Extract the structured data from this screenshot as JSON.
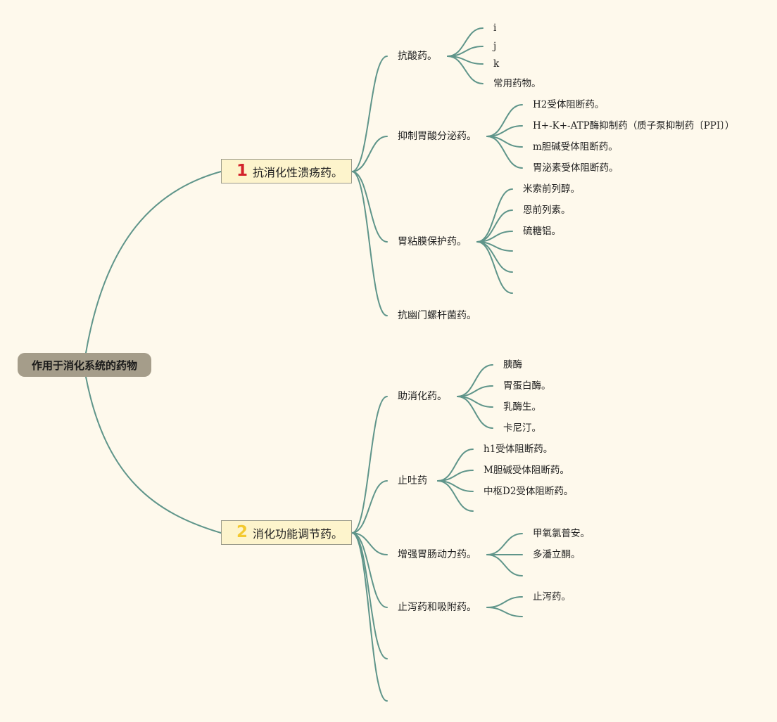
{
  "root": {
    "label": "作用于消化系统的药物"
  },
  "branches": [
    {
      "badge": "1",
      "badge_color": "#d3232b",
      "label": "抗消化性溃疡药。",
      "topics": [
        {
          "label": "抗酸药。",
          "children": [
            "i",
            "j",
            "k",
            "常用药物。"
          ]
        },
        {
          "label": "抑制胃酸分泌药。",
          "children": [
            "H2受体阻断药。",
            "H+-K+-ATP酶抑制药（质子泵抑制药〔PPI〕）",
            "m胆碱受体阻断药。",
            "胃泌素受体阻断药。"
          ]
        },
        {
          "label": "胃粘膜保护药。",
          "children": [
            "米索前列醇。",
            "恩前列素。",
            "硫糖铝。",
            "",
            "",
            ""
          ]
        },
        {
          "label": "抗幽门螺杆菌药。",
          "children": []
        }
      ]
    },
    {
      "badge": "2",
      "badge_color": "#f3c92f",
      "label": "消化功能调节药。",
      "topics": [
        {
          "label": "助消化药。",
          "children": [
            "胰酶",
            "胃蛋白酶。",
            "乳酶生。",
            "卡尼汀。"
          ]
        },
        {
          "label": "止吐药",
          "children": [
            "h1受体阻断药。",
            "M胆碱受体阻断药。",
            "中枢D2受体阻断药。",
            ""
          ]
        },
        {
          "label": "增强胃肠动力药。",
          "children": [
            "甲氧氯普安。",
            "多潘立酮。",
            ""
          ]
        },
        {
          "label": "止泻药和吸附药。",
          "children": [
            "止泻药。",
            ""
          ]
        },
        {
          "label": "",
          "children": []
        },
        {
          "label": "",
          "children": []
        }
      ]
    }
  ],
  "colors": {
    "background": "#fef9ec",
    "connector": "#5f958a",
    "root_fill": "#a59d8a",
    "branch_fill": "#fdf4cc"
  }
}
